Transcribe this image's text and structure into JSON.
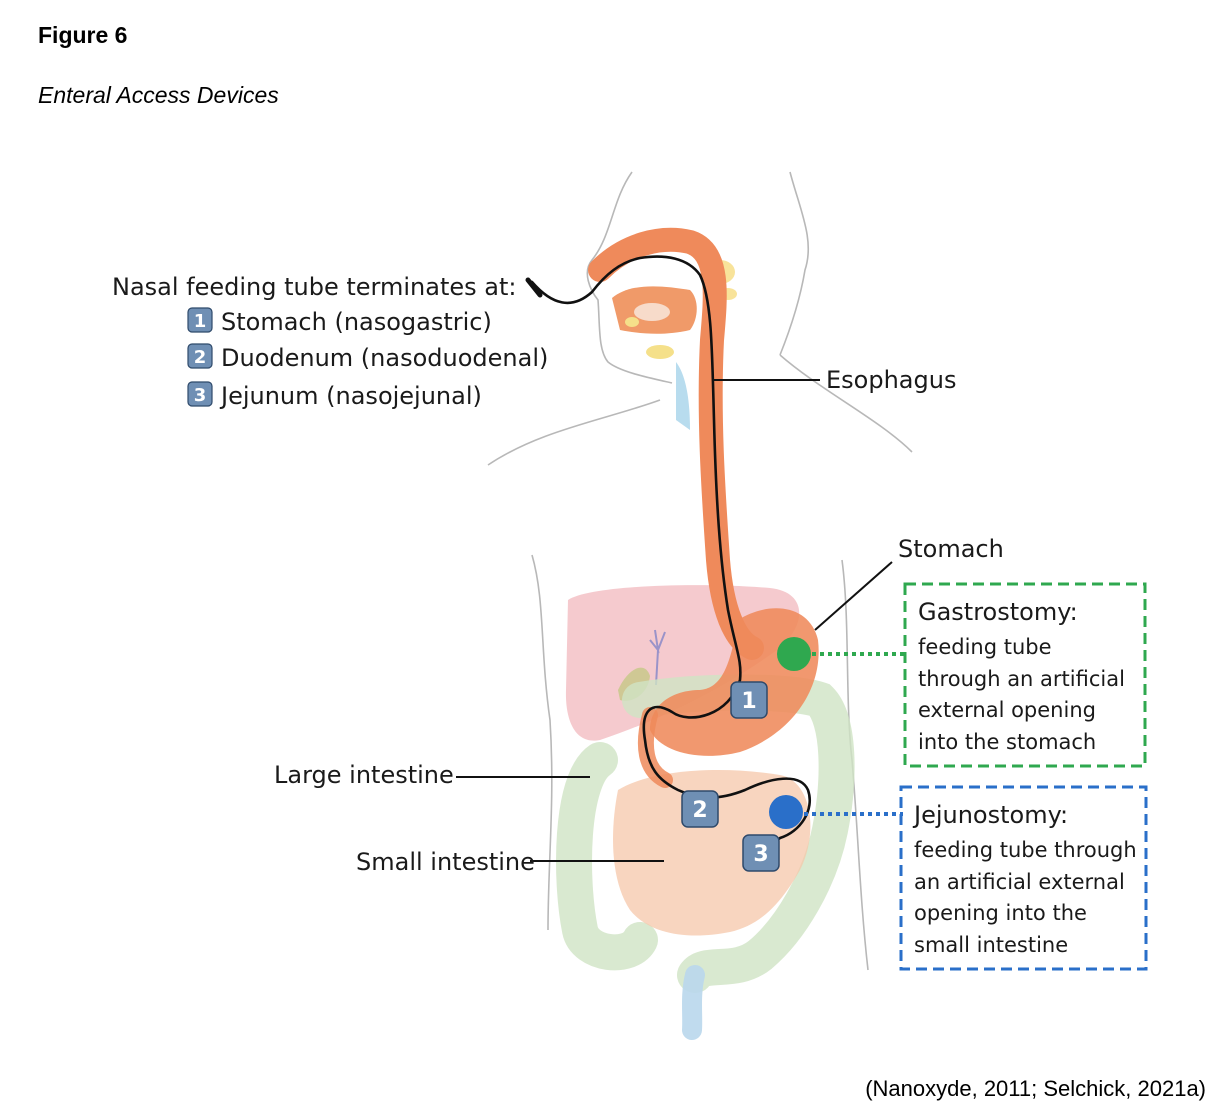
{
  "figure": {
    "label": "Figure 6",
    "title": "Enteral Access Devices",
    "citation": "(Nanoxyde, 2011; Selchick, 2021a)"
  },
  "nasal_legend": {
    "heading": "Nasal feeding tube terminates at:",
    "items": [
      {
        "number": "1",
        "text": "Stomach (nasogastric)"
      },
      {
        "number": "2",
        "text": "Duodenum (nasoduodenal)"
      },
      {
        "number": "3",
        "text": "Jejunum (nasojejunal)"
      }
    ]
  },
  "labels": {
    "esophagus": "Esophagus",
    "stomach": "Stomach",
    "large_intestine": "Large intestine",
    "small_intestine": "Small intestine"
  },
  "gastrostomy": {
    "heading": "Gastrostomy:",
    "lines": [
      "feeding tube",
      "through an artificial",
      "external opening",
      "into the stomach"
    ]
  },
  "jejunostomy": {
    "heading": "Jejunostomy:",
    "lines": [
      "feeding tube through",
      "an artificial external",
      "opening into the",
      "small intestine"
    ]
  },
  "markers": [
    "1",
    "2",
    "3"
  ],
  "colors": {
    "gastrostomy": "#2fa84f",
    "jejunostomy": "#2a6fc9",
    "tract": "#ef8a5b",
    "badge": "#6f8fb4"
  }
}
